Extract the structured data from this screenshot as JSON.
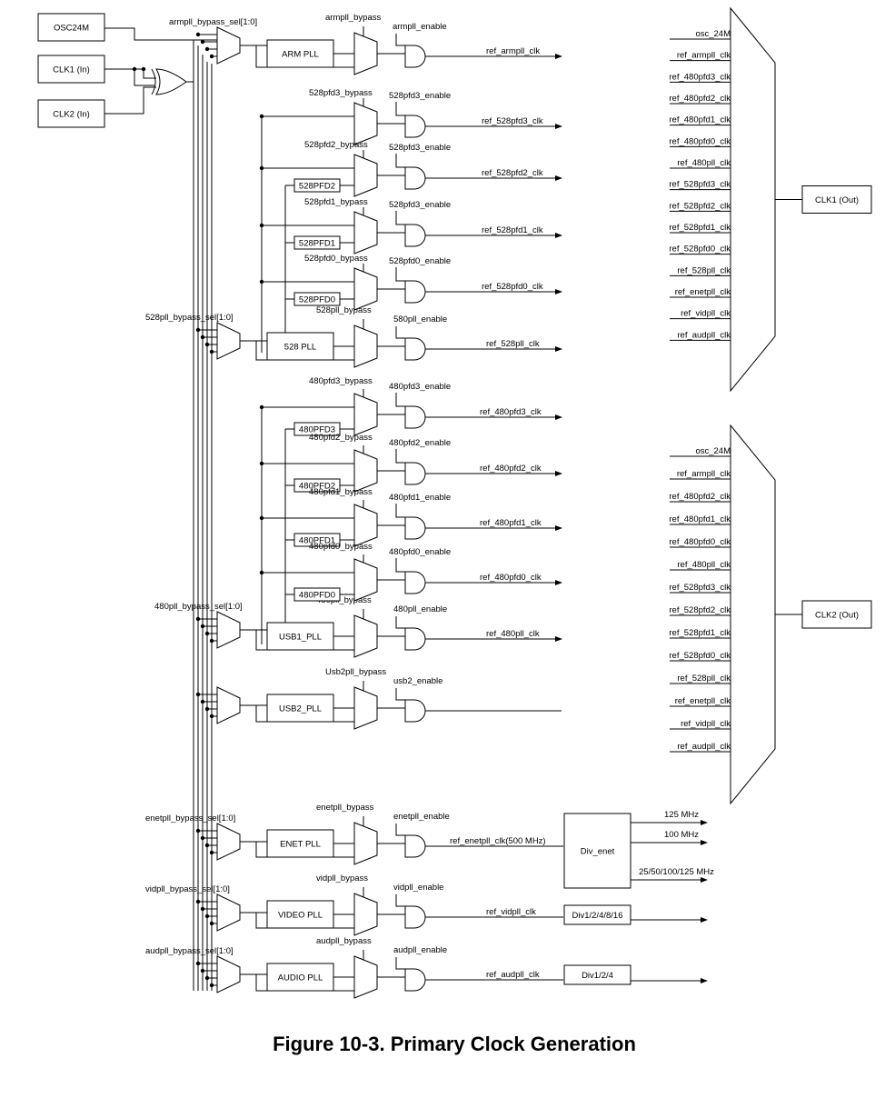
{
  "figure": {
    "caption": "Figure 10-3. Primary Clock Generation"
  },
  "inputs": {
    "osc": "OSC24M",
    "clk1": "CLK1 (In)",
    "clk2": "CLK2 (In)"
  },
  "outputs": {
    "clk1_out": "CLK1 (Out)",
    "clk2_out": "CLK2 (Out)"
  },
  "plls": [
    {
      "sel": "armpll_bypass_sel[1:0]",
      "name": "ARM PLL",
      "bypass": "armpll_bypass",
      "enable": "armpll_enable",
      "ref": "ref_armpll_clk"
    },
    {
      "sel": "528pll_bypass_sel[1:0]",
      "name": "528 PLL",
      "bypass": "528pll_bypass",
      "enable": "580pll_enable",
      "ref": "ref_528pll_clk"
    },
    {
      "sel": "480pll_bypass_sel[1:0]",
      "name": "USB1_PLL",
      "bypass": "480pll_bypass",
      "enable": "480pll_enable",
      "ref": "ref_480pll_clk"
    },
    {
      "sel": "",
      "name": "USB2_PLL",
      "bypass": "Usb2pll_bypass",
      "enable": "usb2_enable",
      "ref": ""
    },
    {
      "sel": "enetpll_bypass_sel[1:0]",
      "name": "ENET PLL",
      "bypass": "enetpll_bypass",
      "enable": "enetpll_enable",
      "ref": "ref_enetpll_clk(500 MHz)"
    },
    {
      "sel": "vidpll_bypass_sel[1:0]",
      "name": "VIDEO PLL",
      "bypass": "vidpll_bypass",
      "enable": "vidpll_enable",
      "ref": "ref_vidpll_clk"
    },
    {
      "sel": "audpll_bypass_sel[1:0]",
      "name": "AUDIO PLL",
      "bypass": "audpll_bypass",
      "enable": "audpll_enable",
      "ref": "ref_audpll_clk"
    }
  ],
  "pfd528": [
    {
      "box": "",
      "bypass": "528pfd3_bypass",
      "enable": "528pfd3_enable",
      "ref": "ref_528pfd3_clk"
    },
    {
      "box": "528PFD2",
      "bypass": "528pfd2_bypass",
      "enable": "528pfd3_enable",
      "ref": "ref_528pfd2_clk"
    },
    {
      "box": "528PFD1",
      "bypass": "528pfd1_bypass",
      "enable": "528pfd3_enable",
      "ref": "ref_528pfd1_clk"
    },
    {
      "box": "528PFD0",
      "bypass": "528pfd0_bypass",
      "enable": "528pfd0_enable",
      "ref": "ref_528pfd0_clk"
    }
  ],
  "pfd480": [
    {
      "box": "480PFD3",
      "bypass": "480pfd3_bypass",
      "enable": "480pfd3_enable",
      "ref": "ref_480pfd3_clk"
    },
    {
      "box": "480PFD2",
      "bypass": "480pfd2_bypass",
      "enable": "480pfd2_enable",
      "ref": "ref_480pfd2_clk"
    },
    {
      "box": "480PFD1",
      "bypass": "480pfd1_bypass",
      "enable": "480pfd1_enable",
      "ref": "ref_480pfd1_clk"
    },
    {
      "box": "480PFD0",
      "bypass": "480pfd0_bypass",
      "enable": "480pfd0_enable",
      "ref": "ref_480pfd0_clk"
    }
  ],
  "dividers": {
    "enet": {
      "name": "Div_enet",
      "outs": [
        "125 MHz",
        "100 MHz",
        "25/50/100/125 MHz"
      ]
    },
    "video": "Div1/2/4/8/16",
    "audio": "Div1/2/4"
  },
  "mux1_inputs": [
    "osc_24M",
    "ref_armpll_clk",
    "ref_480pfd3_clk",
    "ref_480pfd2_clk",
    "ref_480pfd1_clk",
    "ref_480pfd0_clk",
    "ref_480pll_clk",
    "ref_528pfd3_clk",
    "ref_528pfd2_clk",
    "ref_528pfd1_clk",
    "ref_528pfd0_clk",
    "ref_528pll_clk",
    "ref_enetpll_clk",
    "ref_vidpll_clk",
    "ref_audpll_clk"
  ],
  "mux2_inputs": [
    "osc_24M",
    "ref_armpll_clk",
    "ref_480pfd2_clk",
    "ref_480pfd1_clk",
    "ref_480pfd0_clk",
    "ref_480pll_clk",
    "ref_528pfd3_clk",
    "ref_528pfd2_clk",
    "ref_528pfd1_clk",
    "ref_528pfd0_clk",
    "ref_528pll_clk",
    "ref_enetpll_clk",
    "ref_vidpll_clk",
    "ref_audpll_clk"
  ]
}
